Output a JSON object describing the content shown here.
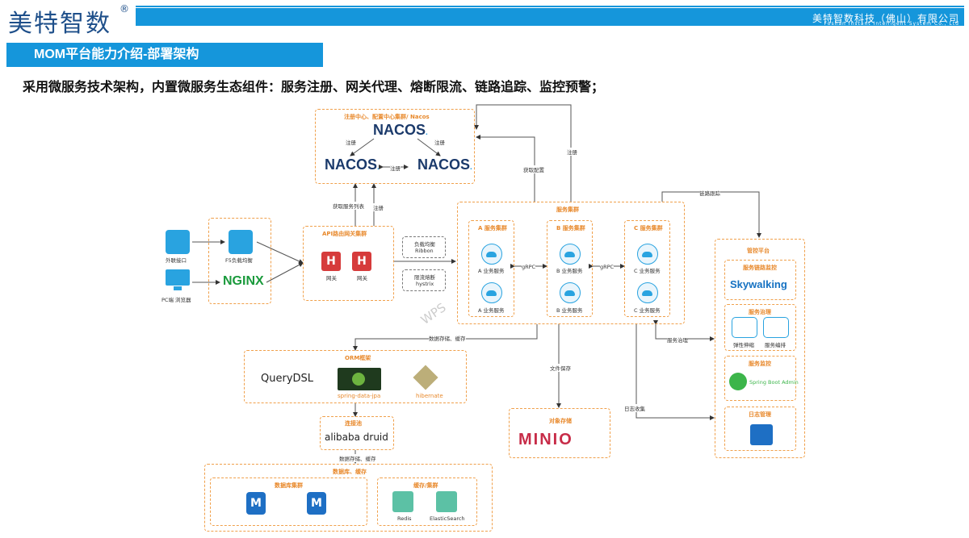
{
  "header": {
    "brand": "美特智数",
    "brand_mark": "®",
    "company_cn": "美特智数科技（佛山）有限公司",
    "company_en": "Foshan Instant Intelligent System Co., Ltd",
    "section_title": "MOM平台能力介绍-部署架构",
    "subtitle": "采用微服务技术架构，内置微服务生态组件：服务注册、网关代理、熔断限流、链路追踪、监控预警；"
  },
  "diagram": {
    "registry_title": "注册中心、配置中心集群/ Nacos",
    "nacos_text": "NACOS",
    "nacos_dot": ".",
    "register": "注册",
    "get_service_list": "获取服务列表",
    "get_config": "获取配置",
    "external_api": "外联接口",
    "pc_browser": "PC端 浏览器",
    "f5": "F5负载均衡",
    "nginx": "NGINX",
    "gateway_title": "API路由网关集群",
    "gateway": "网关",
    "gateway_glyph": "H",
    "ribbon_1": "负载均衡",
    "ribbon_2": "Ribbon",
    "hystrix_1": "限流熔断",
    "hystrix_2": "hystrix",
    "service_cluster_title": "服务集群",
    "cluster_a": "A 服务集群",
    "cluster_b": "B 服务集群",
    "cluster_c": "C 服务集群",
    "svc_a": "A 业务服务",
    "svc_b": "B 业务服务",
    "svc_c": "C 业务服务",
    "grpc": "gRPC",
    "trace_link": "链路跟踪",
    "service_governance": "服务治理",
    "data_store_cache": "数据存储、缓存",
    "file_save": "文件保存",
    "log_collect": "日志收集",
    "orm_title": "ORM框架",
    "querydsl": "QueryDSL",
    "spring_data_jpa": "spring-data-jpa",
    "hibernate": "hibernate",
    "pool_title": "连接池",
    "druid": "alibaba druid",
    "data_title": "数据库、缓存",
    "db_cluster": "数据库集群",
    "cache_cluster": "缓存/集群",
    "redis": "Redis",
    "elasticsearch": "ElasticSearch",
    "oss_title": "对象存储",
    "minio": "MINIO",
    "mgmt_title": "管控平台",
    "trace_monitor": "服务链路监控",
    "skywalking": "Skywalking",
    "svc_gov": "服务治理",
    "elastic_scale": "弹性伸缩",
    "svc_orchestrate": "服务编排",
    "svc_monitor": "服务监控",
    "spring_boot_admin": "Spring Boot Admin",
    "log_mgmt": "日志管理",
    "watermark": "WPS"
  },
  "colors": {
    "brand_blue": "#1596db",
    "logo_navy": "#1e4f8a",
    "dash_orange": "#f0a04b",
    "title_orange": "#e8892c",
    "icon_blue": "#29a3e0",
    "gateway_red": "#d63b3b",
    "nginx_green": "#1a9a3c",
    "minio_red": "#c72c48"
  }
}
